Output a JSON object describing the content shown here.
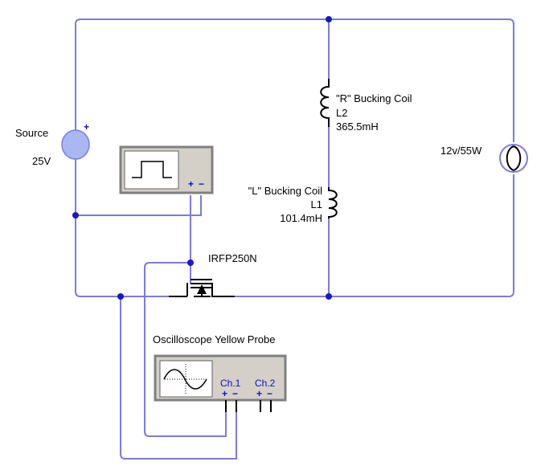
{
  "source": {
    "name": "Source",
    "value": "25V",
    "polarity": "+"
  },
  "lamp": {
    "label": "12v/55W"
  },
  "coil_r": {
    "title": "\"R\" Bucking Coil",
    "ref": "L2",
    "value": "365.5mH"
  },
  "coil_l": {
    "title": "\"L\" Bucking Coil",
    "ref": "L1",
    "value": "101.4mH"
  },
  "mosfet": {
    "label": "IRFP250N"
  },
  "function_generator": {
    "plus": "+",
    "minus": "−"
  },
  "oscilloscope": {
    "title": "Oscilloscope Yellow Probe",
    "ch1": "Ch.1",
    "ch2": "Ch.2",
    "plus": "+",
    "minus": "−"
  },
  "colors": {
    "wire": "#7b7bdf",
    "instrument_face": "#d4d0c8",
    "instrument_border": "#808080",
    "source_fill": "#a9b7f2",
    "channel_text": "#1010c0"
  },
  "icons": [
    "dc-source-icon",
    "lamp-icon",
    "inductor-icon",
    "mosfet-icon",
    "square-wave-icon",
    "sine-wave-icon",
    "junction-dot-icon"
  ]
}
